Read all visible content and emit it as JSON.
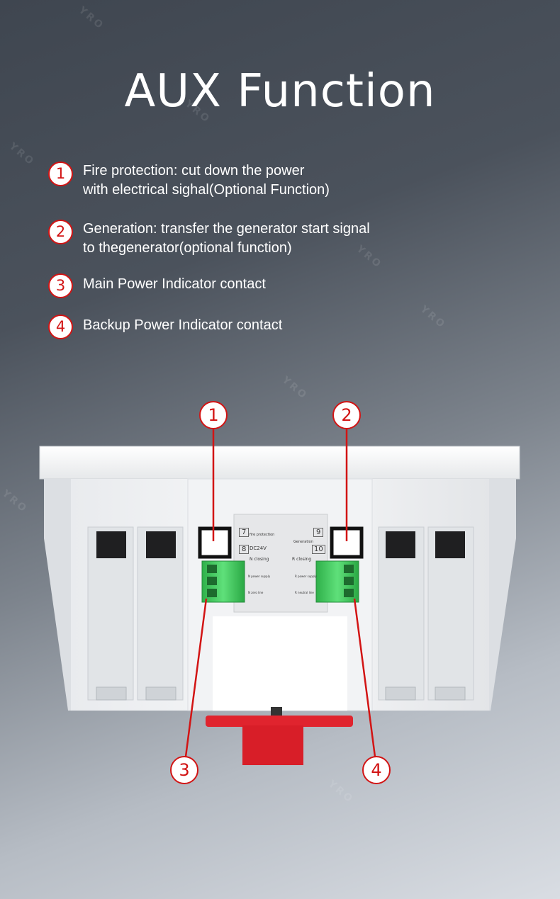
{
  "header": {
    "title": "AUX Function"
  },
  "features": [
    {
      "number": "1",
      "line1": "Fire protection: cut down the power",
      "line2": "with electrical sighal(Optional Function)"
    },
    {
      "number": "2",
      "line1": "Generation: transfer the generator start signal",
      "line2": "to thegenerator(optional function)"
    },
    {
      "number": "3",
      "line1": "Main Power Indicator contact",
      "line2": ""
    },
    {
      "number": "4",
      "line1": "Backup Power Indicator contact",
      "line2": ""
    }
  ],
  "callouts": [
    "1",
    "2",
    "3",
    "4"
  ],
  "watermark": "YRO",
  "terminal_labels": {
    "t7": "7",
    "t8": "8",
    "t9": "9",
    "t10": "10",
    "fire_protection": "fire protection",
    "dc24v": "DC24V",
    "generation": "Generation",
    "n_closing": "N closing",
    "r_closing": "R closing",
    "n_power_supply": "N power supply",
    "n_zero_line": "N zero line",
    "r_power_supply": "R power supply",
    "r_neutral_line": "R neutral line"
  },
  "colors": {
    "accent_red": "#d21414",
    "terminal_green": "#3ec45a",
    "handle_red": "#e0242e"
  }
}
